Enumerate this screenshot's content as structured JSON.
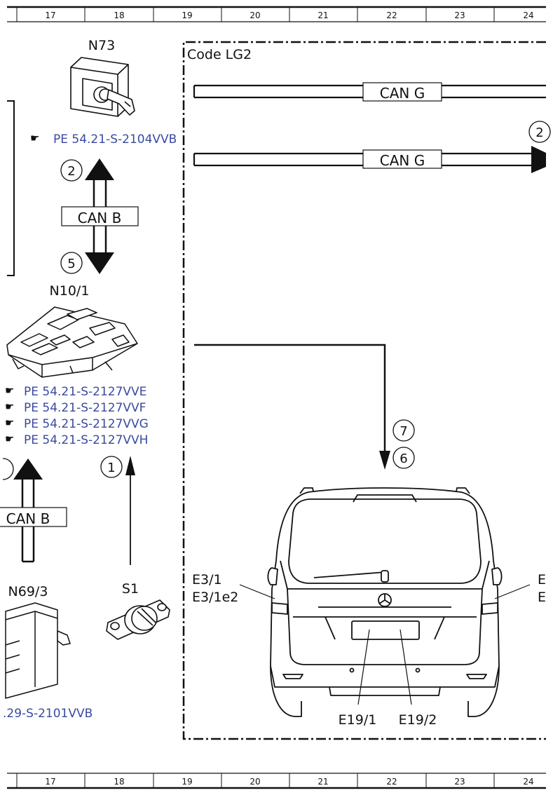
{
  "columns": [
    "17",
    "18",
    "19",
    "20",
    "21",
    "22",
    "23",
    "24"
  ],
  "code_box_title": "Code LG2",
  "components": {
    "n73": "N73",
    "n10_1": "N10/1",
    "n69_3": "N69/3",
    "s1": "S1",
    "e3_1": "E3/1",
    "e3_1e2": "E3/1e2",
    "e3_cut_a": "E",
    "e3_cut_b": "E",
    "e19_1": "E19/1",
    "e19_2": "E19/2"
  },
  "bus": {
    "can_g_top": "CAN G",
    "can_g_bottom": "CAN G",
    "can_b_upper": "CAN B",
    "can_b_lower": "CAN B"
  },
  "circle_numbers": {
    "n73_up": "2",
    "n10_down": "5",
    "can_g_right": "2",
    "s1": "1",
    "vehicle_top": "7",
    "vehicle_bottom": "6"
  },
  "references": {
    "n73": "PE 54.21-S-2104VVB",
    "n10_1": [
      "PE 54.21-S-2127VVE",
      "PE 54.21-S-2127VVF",
      "PE 54.21-S-2127VVG",
      "PE 54.21-S-2127VVH"
    ],
    "n69_3": ".29-S-2101VVB"
  },
  "colors": {
    "line": "#111111",
    "reference_link": "#3a4aa0"
  },
  "icons": [
    "pointing-hand-icon",
    "ignition-switch-icon",
    "control-unit-icon",
    "vehicle-rear-icon"
  ]
}
